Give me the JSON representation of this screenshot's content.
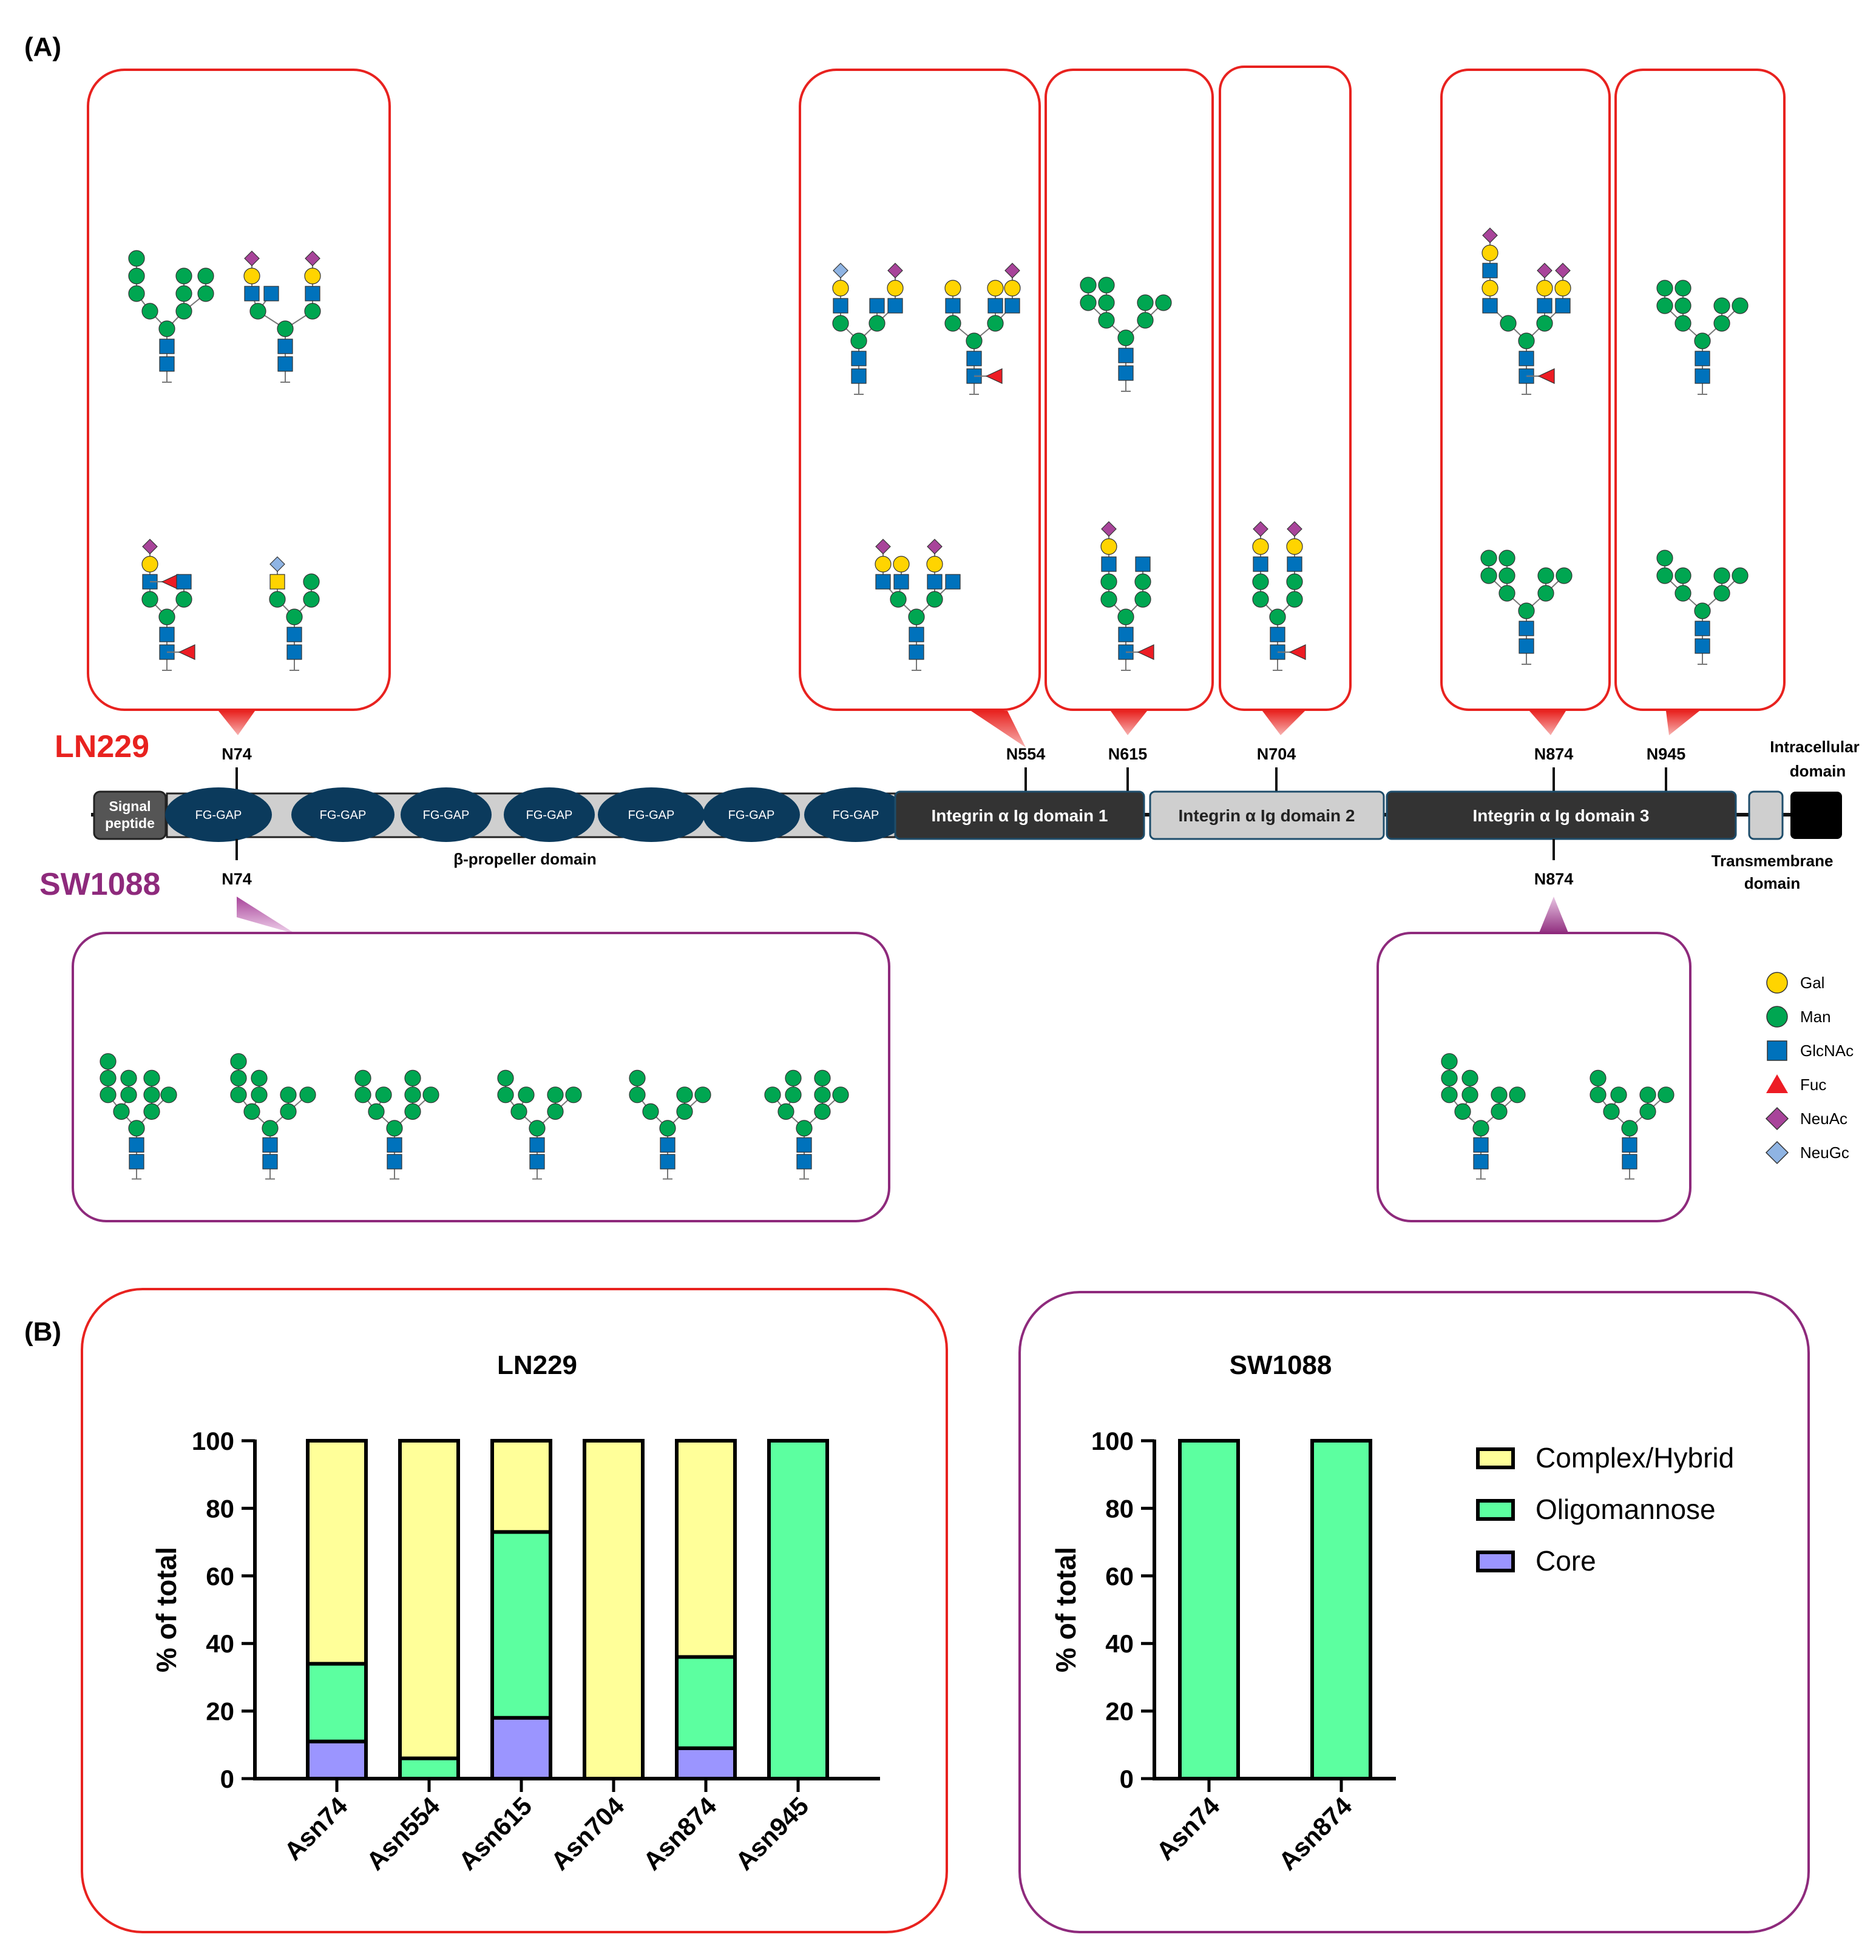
{
  "panel_labels": {
    "a": "(A)",
    "b": "(B)"
  },
  "cell_lines": {
    "top": "LN229",
    "bottom": "SW1088"
  },
  "colors": {
    "ln229": "#e8221f",
    "sw1088": "#8e2a7c",
    "gal": "#ffd400",
    "man": "#00a651",
    "glcnac": "#0072bc",
    "fuc": "#ed1c24",
    "neuac": "#a8449a",
    "neugc": "#8fb4e3",
    "complex_hybrid": "#ffff99",
    "oligomannose": "#5cffa0",
    "core": "#9b95ff"
  },
  "domain_map": {
    "signal_peptide": "Signal peptide",
    "fg_gap": [
      "FG-GAP",
      "FG-GAP",
      "FG-GAP",
      "FG-GAP",
      "FG-GAP",
      "FG-GAP",
      "FG-GAP"
    ],
    "beta_propeller": "β-propeller domain",
    "ig1": "Integrin α Ig domain 1",
    "ig2": "Integrin α Ig domain 2",
    "ig3": "Integrin α Ig domain 3",
    "intracellular": "Intracellular domain",
    "transmembrane": "Transmembrane domain"
  },
  "sites_ln229": [
    "N74",
    "N554",
    "N615",
    "N704",
    "N874",
    "N945"
  ],
  "sites_sw1088": [
    "N74",
    "N874"
  ],
  "legend_glycan": [
    {
      "name": "Gal",
      "shape": "circle",
      "color": "#ffd400"
    },
    {
      "name": "Man",
      "shape": "circle",
      "color": "#00a651"
    },
    {
      "name": "GlcNAc",
      "shape": "square",
      "color": "#0072bc"
    },
    {
      "name": "Fuc",
      "shape": "triangle",
      "color": "#ed1c24"
    },
    {
      "name": "NeuAc",
      "shape": "diamond",
      "color": "#a8449a"
    },
    {
      "name": "NeuGc",
      "shape": "diamond",
      "color": "#8fb4e3"
    }
  ],
  "chart_data": [
    {
      "type": "bar",
      "stacked": true,
      "title": "LN229",
      "ylabel": "% of total",
      "ylim": [
        0,
        100
      ],
      "yticks": [
        "0",
        "20",
        "40",
        "60",
        "80",
        "100"
      ],
      "categories": [
        "Asn74",
        "Asn554",
        "Asn615",
        "Asn704",
        "Asn874",
        "Asn945"
      ],
      "series": [
        {
          "name": "Core",
          "values": [
            11,
            0,
            18,
            0,
            9,
            0
          ]
        },
        {
          "name": "Oligomannose",
          "values": [
            23,
            6,
            55,
            0,
            27,
            100
          ]
        },
        {
          "name": "Complex/Hybrid",
          "values": [
            66,
            94,
            27,
            100,
            64,
            0
          ]
        }
      ]
    },
    {
      "type": "bar",
      "stacked": true,
      "title": "SW1088",
      "ylabel": "% of total",
      "ylim": [
        0,
        100
      ],
      "yticks": [
        "0",
        "20",
        "40",
        "60",
        "80",
        "100"
      ],
      "categories": [
        "Asn74",
        "Asn874"
      ],
      "series": [
        {
          "name": "Core",
          "values": [
            0,
            0
          ]
        },
        {
          "name": "Oligomannose",
          "values": [
            100,
            100
          ]
        },
        {
          "name": "Complex/Hybrid",
          "values": [
            0,
            0
          ]
        }
      ],
      "legend": [
        "Complex/Hybrid",
        "Oligomannose",
        "Core"
      ],
      "legend_position": "right"
    }
  ]
}
